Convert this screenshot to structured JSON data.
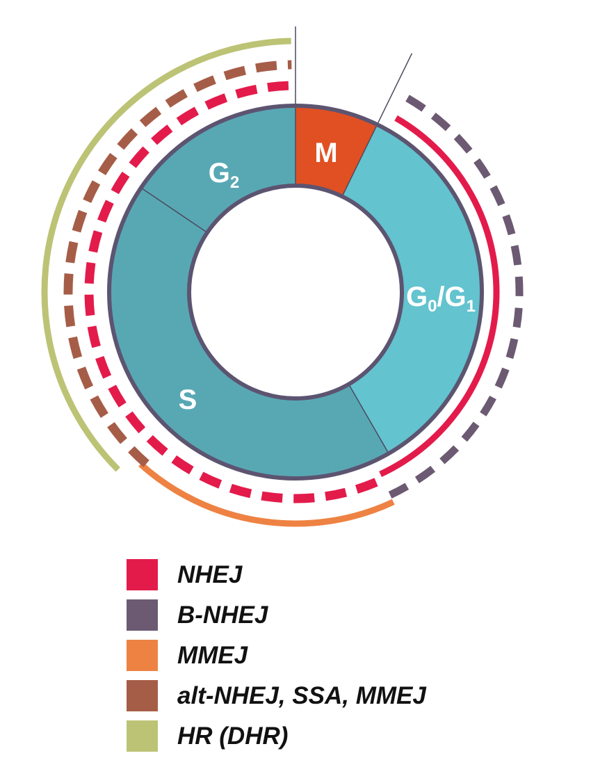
{
  "phases": [
    {
      "id": "M",
      "label": "M",
      "sub": "",
      "color": "#e05023"
    },
    {
      "id": "G0G1",
      "label": "G",
      "sub": "0",
      "label2": "/G",
      "sub2": "1",
      "color": "#63c3cf"
    },
    {
      "id": "S",
      "label": "S",
      "sub": "",
      "color": "#58a8b4"
    },
    {
      "id": "G2",
      "label": "G",
      "sub": "2",
      "color": "#58a8b4"
    }
  ],
  "colors": {
    "ring_outline": "#5c5470",
    "divider": "#4a4a5e",
    "NHEJ": "#e31b4b",
    "B-NHEJ": "#6c5a72",
    "MMEJ": "#ee8243",
    "alt": "#a65d48",
    "HR": "#bcc375"
  },
  "legend": [
    {
      "label": "NHEJ",
      "color": "#e31b4b"
    },
    {
      "label": "B-NHEJ",
      "color": "#6c5a72"
    },
    {
      "label": "MMEJ",
      "color": "#ee8243"
    },
    {
      "label": "alt-NHEJ, SSA, MMEJ",
      "color": "#a65d48"
    },
    {
      "label": "HR (DHR)",
      "color": "#bcc375"
    }
  ]
}
